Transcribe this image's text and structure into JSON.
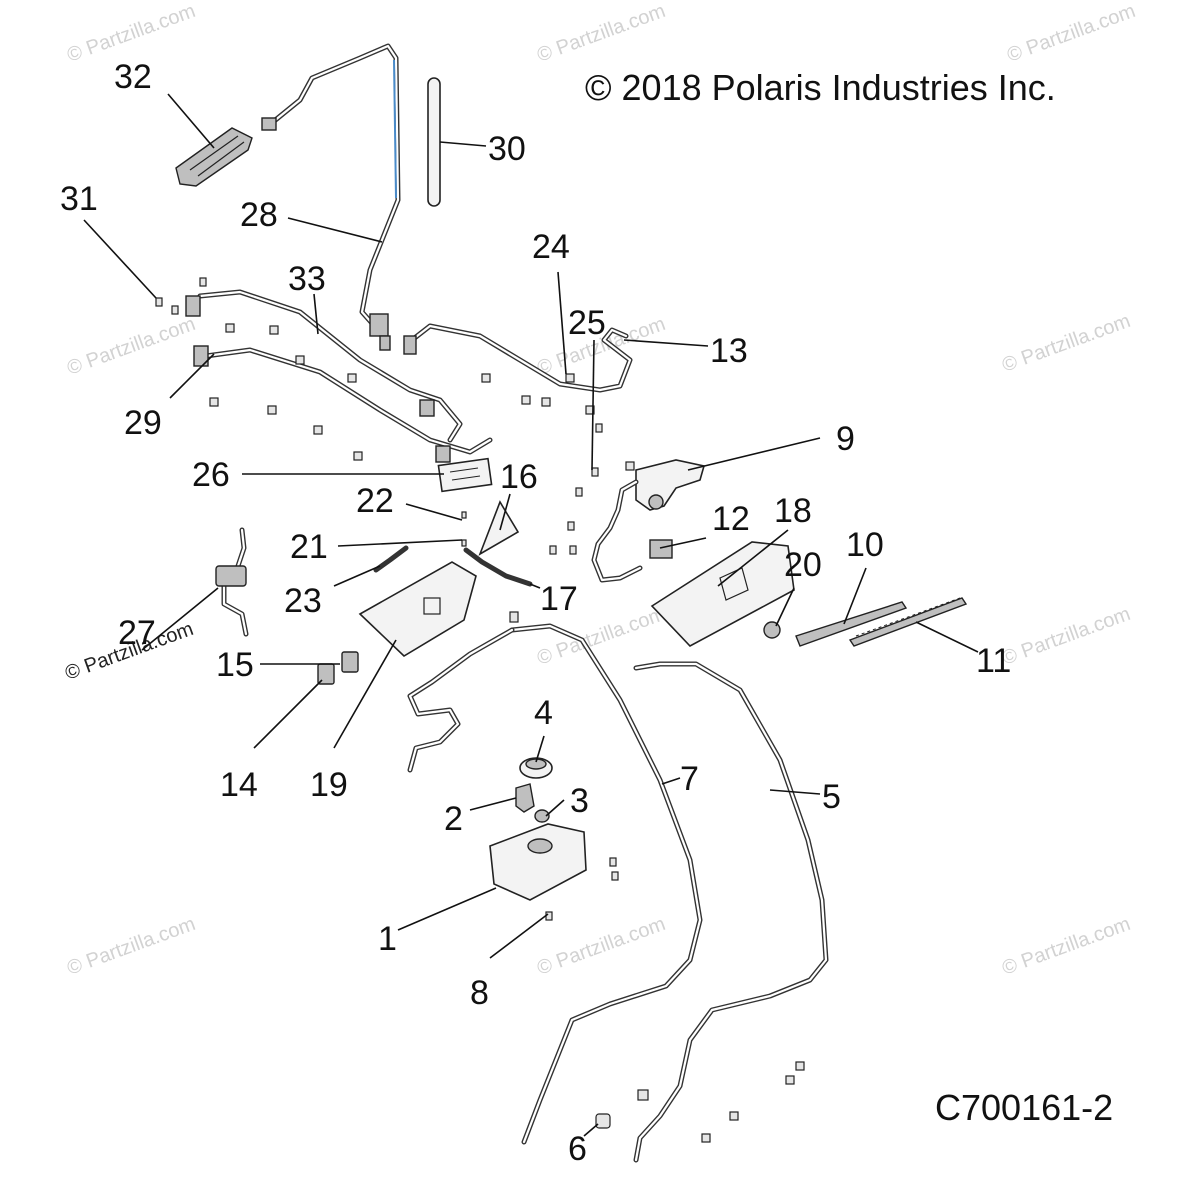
{
  "copyright": "© 2018 Polaris Industries Inc.",
  "diagram_id": "C700161-2",
  "watermark": "© Partzilla.com",
  "callouts": [
    "1",
    "2",
    "3",
    "4",
    "5",
    "6",
    "7",
    "8",
    "9",
    "10",
    "11",
    "12",
    "13",
    "14",
    "15",
    "16",
    "17",
    "18",
    "19",
    "20",
    "21",
    "22",
    "23",
    "24",
    "25",
    "26",
    "27",
    "28",
    "29",
    "30",
    "31",
    "32",
    "33"
  ]
}
